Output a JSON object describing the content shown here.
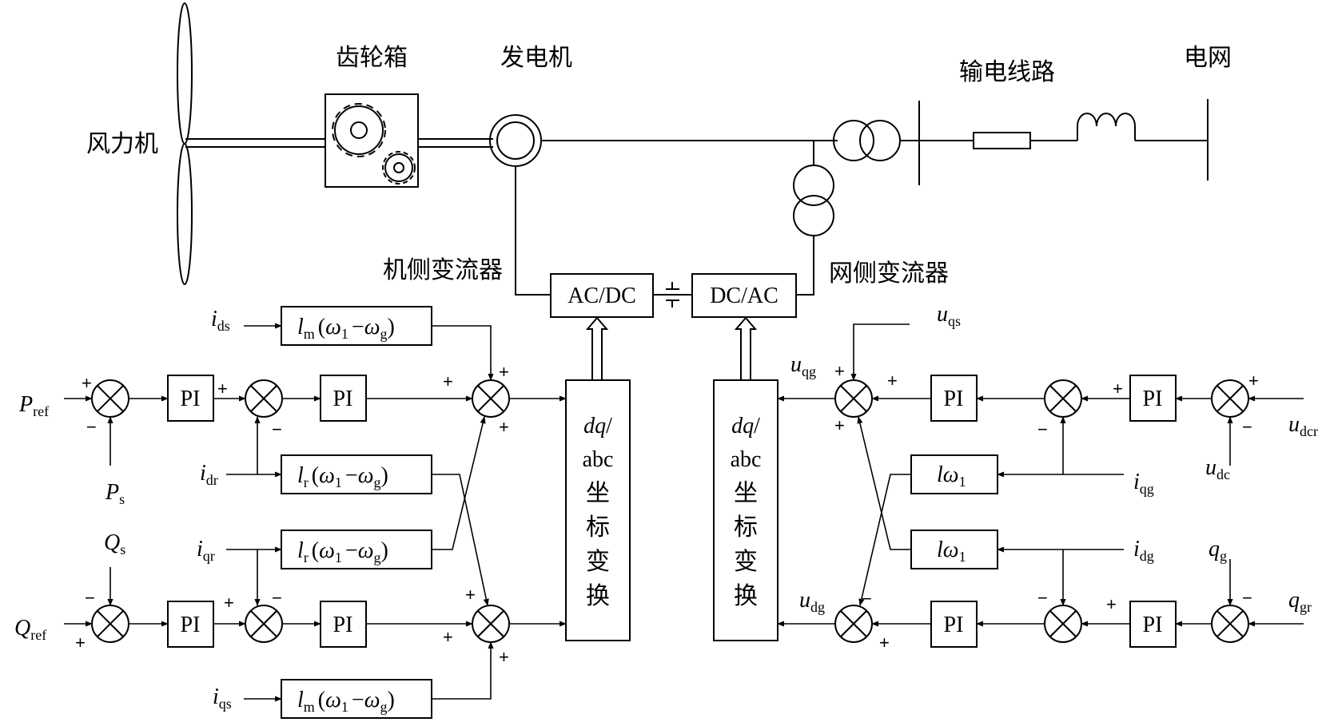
{
  "labels": {
    "turbine": "风力机",
    "gearbox": "齿轮箱",
    "generator": "发电机",
    "line": "输电线路",
    "grid": "电网",
    "rsc": "机侧变流器",
    "gsc": "网侧变流器"
  },
  "converters": {
    "acdc": "AC/DC",
    "dcac": "DC/AC"
  },
  "transform": {
    "dq": "dq",
    "slash": "/",
    "abc": "abc",
    "c1": "坐",
    "c2": "标",
    "c3": "变",
    "c4": "换"
  },
  "pi": "PI",
  "vars": {
    "P": "P",
    "Q": "Q",
    "i": "i",
    "u": "u",
    "q": "q",
    "ref": "ref",
    "s": "s",
    "ds": "ds",
    "dr": "dr",
    "qr": "qr",
    "qs": "qs",
    "qg": "qg",
    "dg": "dg",
    "dcr": "dcr",
    "dc": "dc",
    "g": "g",
    "gr": "gr"
  },
  "gains": {
    "lm": "l",
    "lr": "l",
    "m": "m",
    "r": "r",
    "one": "1",
    "l": "l",
    "omega": "ω",
    "minus": "−",
    "lp": "(",
    "rp": ")"
  },
  "signs": {
    "plus": "+",
    "minus": "−"
  }
}
